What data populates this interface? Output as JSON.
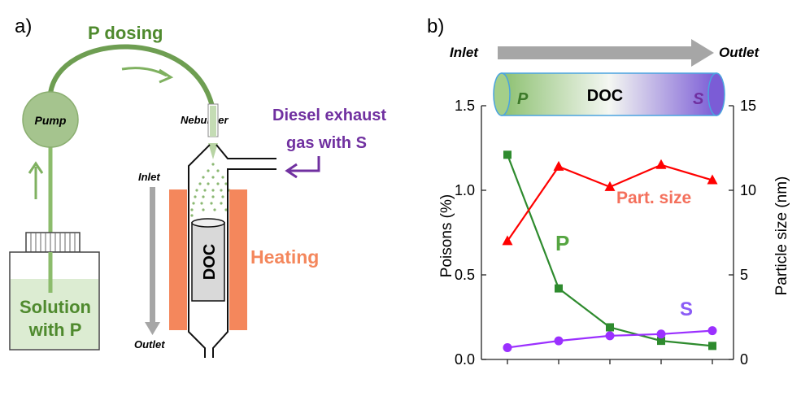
{
  "panel_a": {
    "label": "a)",
    "p_dosing": "P dosing",
    "pump": "Pump",
    "nebulizer": "Nebulizer",
    "exhaust_line1": "Diesel  exhaust",
    "exhaust_line2": "gas with S",
    "inlet": "Inlet",
    "outlet": "Outlet",
    "doc": "DOC",
    "heating": "Heating",
    "solution_line1": "Solution",
    "solution_line2": "with P"
  },
  "panel_b": {
    "label": "b)",
    "inlet": "Inlet",
    "outlet": "Outlet",
    "tube_p": "P",
    "tube_doc": "DOC",
    "tube_s": "S",
    "label_p": "P",
    "label_s": "S",
    "label_part": "Part. size"
  },
  "colors": {
    "p_green": "#2e8b2e",
    "part_red": "#ff0000",
    "s_purple": "#9b30ff",
    "heating_orange": "#f4875c",
    "tube_green": "#8cc070"
  },
  "chart_data": {
    "type": "line",
    "xlabel": "",
    "ylabel": "Poisons (%)",
    "y2label": "Particle size (nm)",
    "ylim": [
      0,
      1.5
    ],
    "y2lim": [
      0,
      15
    ],
    "yticks": [
      "0.0",
      "0.5",
      "1.0",
      "1.5"
    ],
    "y2ticks": [
      "0",
      "5",
      "10",
      "15"
    ],
    "x": [
      1,
      2,
      3,
      4,
      5
    ],
    "series": [
      {
        "name": "P",
        "axis": "left",
        "color": "#2e8b2e",
        "marker": "square",
        "values": [
          1.21,
          0.42,
          0.19,
          0.11,
          0.08
        ]
      },
      {
        "name": "S",
        "axis": "left",
        "color": "#9b30ff",
        "marker": "circle",
        "values": [
          0.07,
          0.11,
          0.14,
          0.15,
          0.17
        ]
      },
      {
        "name": "Part. size",
        "axis": "right",
        "color": "#ff0000",
        "marker": "triangle",
        "values": [
          7.0,
          11.4,
          10.2,
          11.5,
          10.6
        ]
      }
    ]
  }
}
